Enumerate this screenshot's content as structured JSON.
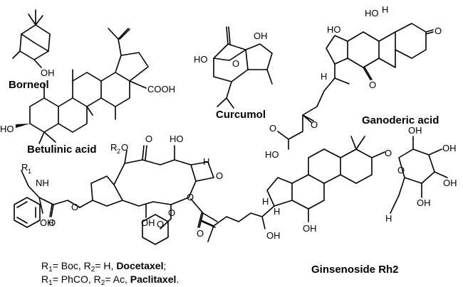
{
  "compounds": {
    "borneol": {
      "name": "Borneol",
      "atoms": {
        "oh": "OH"
      }
    },
    "betulinic": {
      "name": "Betulinic acid",
      "atoms": {
        "cooh": "COOH",
        "ho": "HO"
      }
    },
    "curcumol": {
      "name": "Curcumol",
      "atoms": {
        "oh": "OH",
        "ho": "HO",
        "o": "O"
      }
    },
    "ganoderic": {
      "name": "Ganoderic acid",
      "atoms": {
        "ho1": "HO",
        "ho2": "HO",
        "o1": "O",
        "o2": "O",
        "o3": "O",
        "o4": "O",
        "ho3": "HO",
        "h1": "H",
        "h2": "H"
      }
    },
    "taxane": {
      "atoms": {
        "r2o": "R",
        "r2sub": "2",
        "r2o_o": "O",
        "o1": "O",
        "ho1": "HO",
        "h1": "H",
        "o_ox": "O",
        "r1": "R",
        "r1sub": "1",
        "nh": "NH",
        "o2": "O",
        "o3": "O",
        "oh1": "OH",
        "o4": "O",
        "o5": "O",
        "oh2": "OH",
        "o6": "O",
        "o7": "O"
      }
    },
    "ginsenoside": {
      "name": "Ginsenoside Rh2",
      "atoms": {
        "h1": "H",
        "h2": "H",
        "oh1": "OH",
        "oh2": "OH",
        "o1": "O",
        "o2": "O",
        "oh3": "OH",
        "oh4": "OH",
        "oh5": "OH",
        "oh6": "OH",
        "h3": "H"
      }
    }
  },
  "legend": [
    {
      "r1": "R",
      "r1sub": "1",
      "eq1": "= Boc, ",
      "r2": "R",
      "r2sub": "2",
      "eq2": "= H, ",
      "drug": "Docetaxel",
      "end": ";"
    },
    {
      "r1": "R",
      "r1sub": "1",
      "eq1": "= PhCO, ",
      "r2": "R",
      "r2sub": "2",
      "eq2": "= Ac, ",
      "drug": "Paclitaxel",
      "end": "."
    }
  ]
}
